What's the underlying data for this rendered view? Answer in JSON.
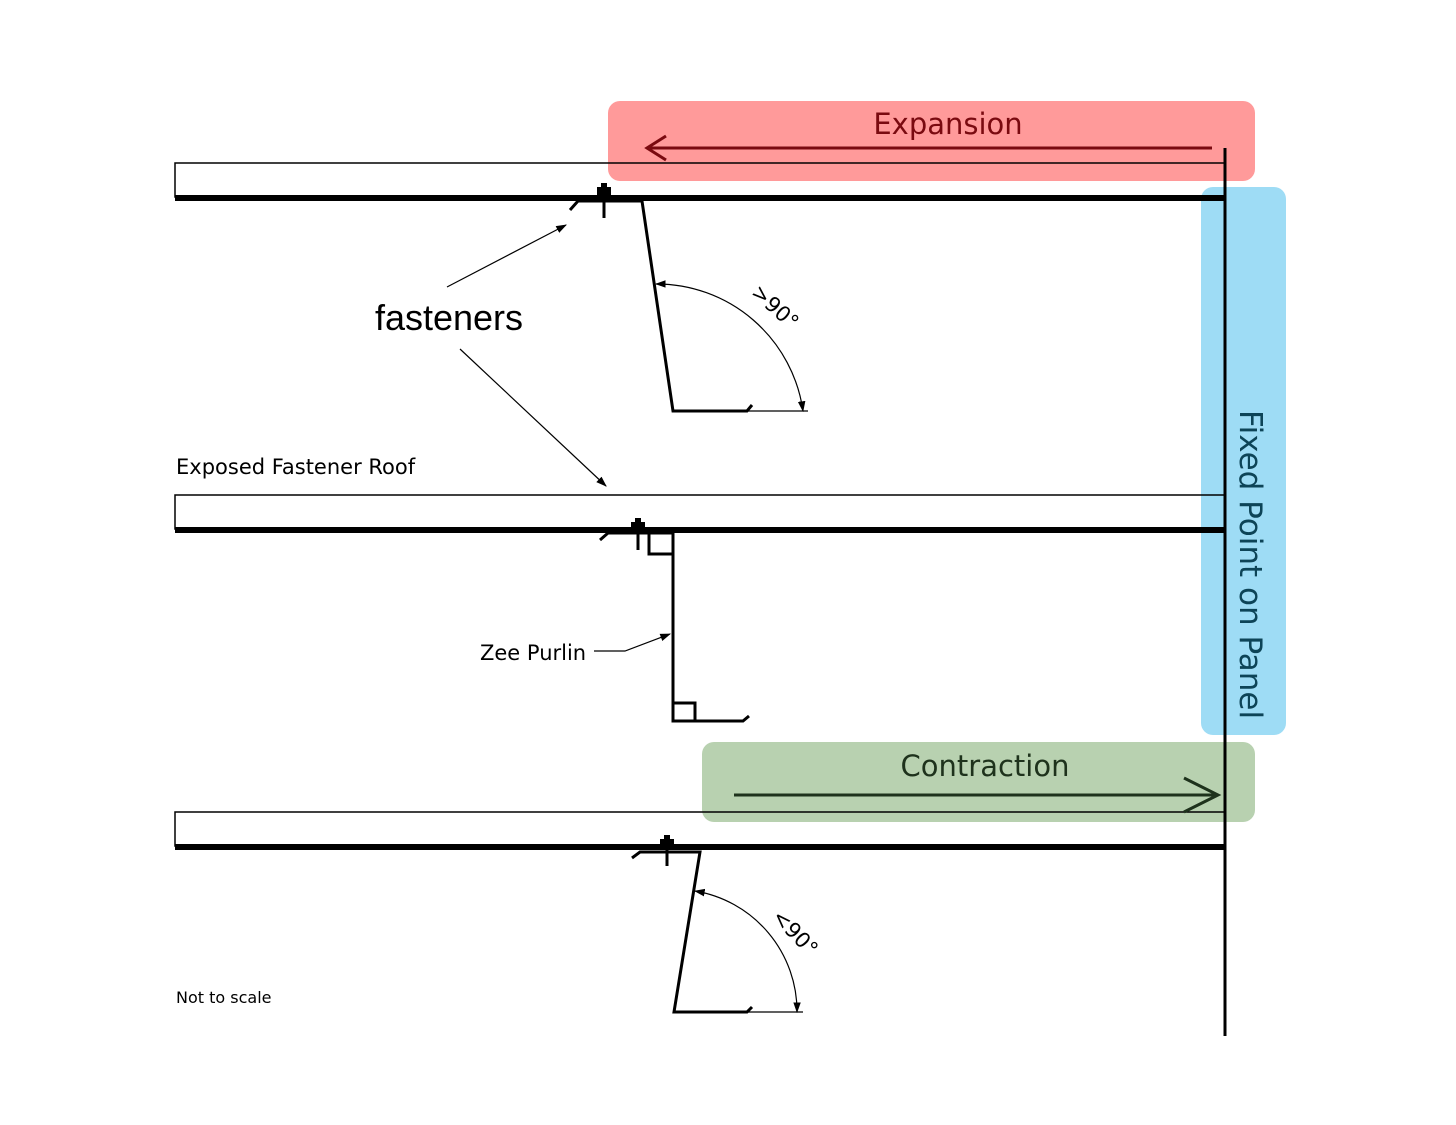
{
  "labels": {
    "expansion": "Expansion",
    "contraction": "Contraction",
    "fixed_point": "Fixed Point on Panel",
    "fasteners": "fasteners",
    "roof_title": "Exposed Fastener Roof",
    "purlin": "Zee Purlin",
    "angle_gt": ">90°",
    "angle_lt": "<90°",
    "scale_note": "Not to scale"
  },
  "colors": {
    "expansion_box": "#ff9a9a",
    "expansion_text": "#7a0a10",
    "contraction_box": "#b8d1b0",
    "contraction_text": "#1e321c",
    "fixed_point_box": "#9edcf5",
    "fixed_point_text": "#0d4457",
    "line": "#000000"
  }
}
